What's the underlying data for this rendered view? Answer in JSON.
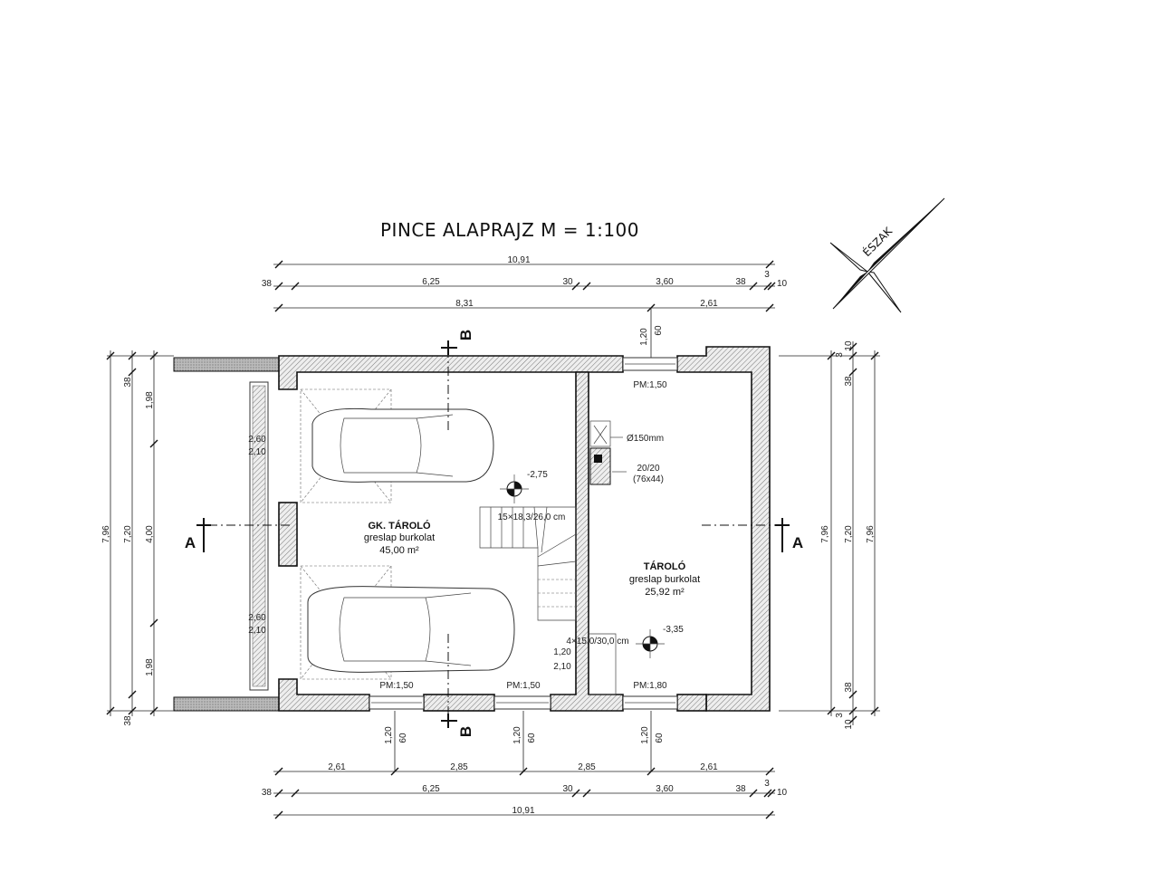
{
  "title": "PINCE ALAPRAJZ M = 1:100",
  "north": "ÉSZAK",
  "rooms": [
    {
      "name": "GK. TÁROLÓ",
      "floor": "greslap burkolat",
      "area": "45,00 m²"
    },
    {
      "name": "TÁROLÓ",
      "floor": "greslap burkolat",
      "area": "25,92 m²"
    }
  ],
  "top_dims": {
    "total": "10,91",
    "row2": [
      "38",
      "6,25",
      "30",
      "3,60",
      "38",
      "3",
      "10"
    ],
    "row3": [
      "8,31",
      "2,61"
    ]
  },
  "bottom_dims": {
    "row1": [
      "2,61",
      "2,85",
      "2,85",
      "2,61"
    ],
    "row2": [
      "38",
      "6,25",
      "30",
      "3,60",
      "38",
      "3",
      "10"
    ],
    "total": "10,91"
  },
  "left_dims": {
    "total": "7,96",
    "row2": [
      "38",
      "7,20",
      "38"
    ],
    "row3": [
      "1,98",
      "4,00",
      "1,98"
    ]
  },
  "right_dims": {
    "row1": [
      "10",
      "3",
      "38",
      "7,96",
      "38",
      "3",
      "10"
    ],
    "row2": [
      "7,20"
    ],
    "total": "7,96"
  },
  "openings": {
    "top_window": "PM:1,50",
    "bottom_windows": [
      "PM:1,50",
      "PM:1,50",
      "PM:1,80"
    ],
    "sill_a": "1,20",
    "sill_b": "60",
    "garage_door_a": [
      "2,60",
      "2,10"
    ],
    "garage_door_b": [
      "2,60",
      "2,10"
    ],
    "door": [
      "1,20",
      "2,10"
    ]
  },
  "levels": [
    "-2,75",
    "-3,35"
  ],
  "stairs": [
    "15×18,3/26,0 cm",
    "4×15,0/30,0 cm"
  ],
  "chimney": {
    "flue": "Ø150mm",
    "size": "20/20",
    "size2": "(76x44)"
  },
  "sections": {
    "a": "A",
    "b": "B"
  }
}
